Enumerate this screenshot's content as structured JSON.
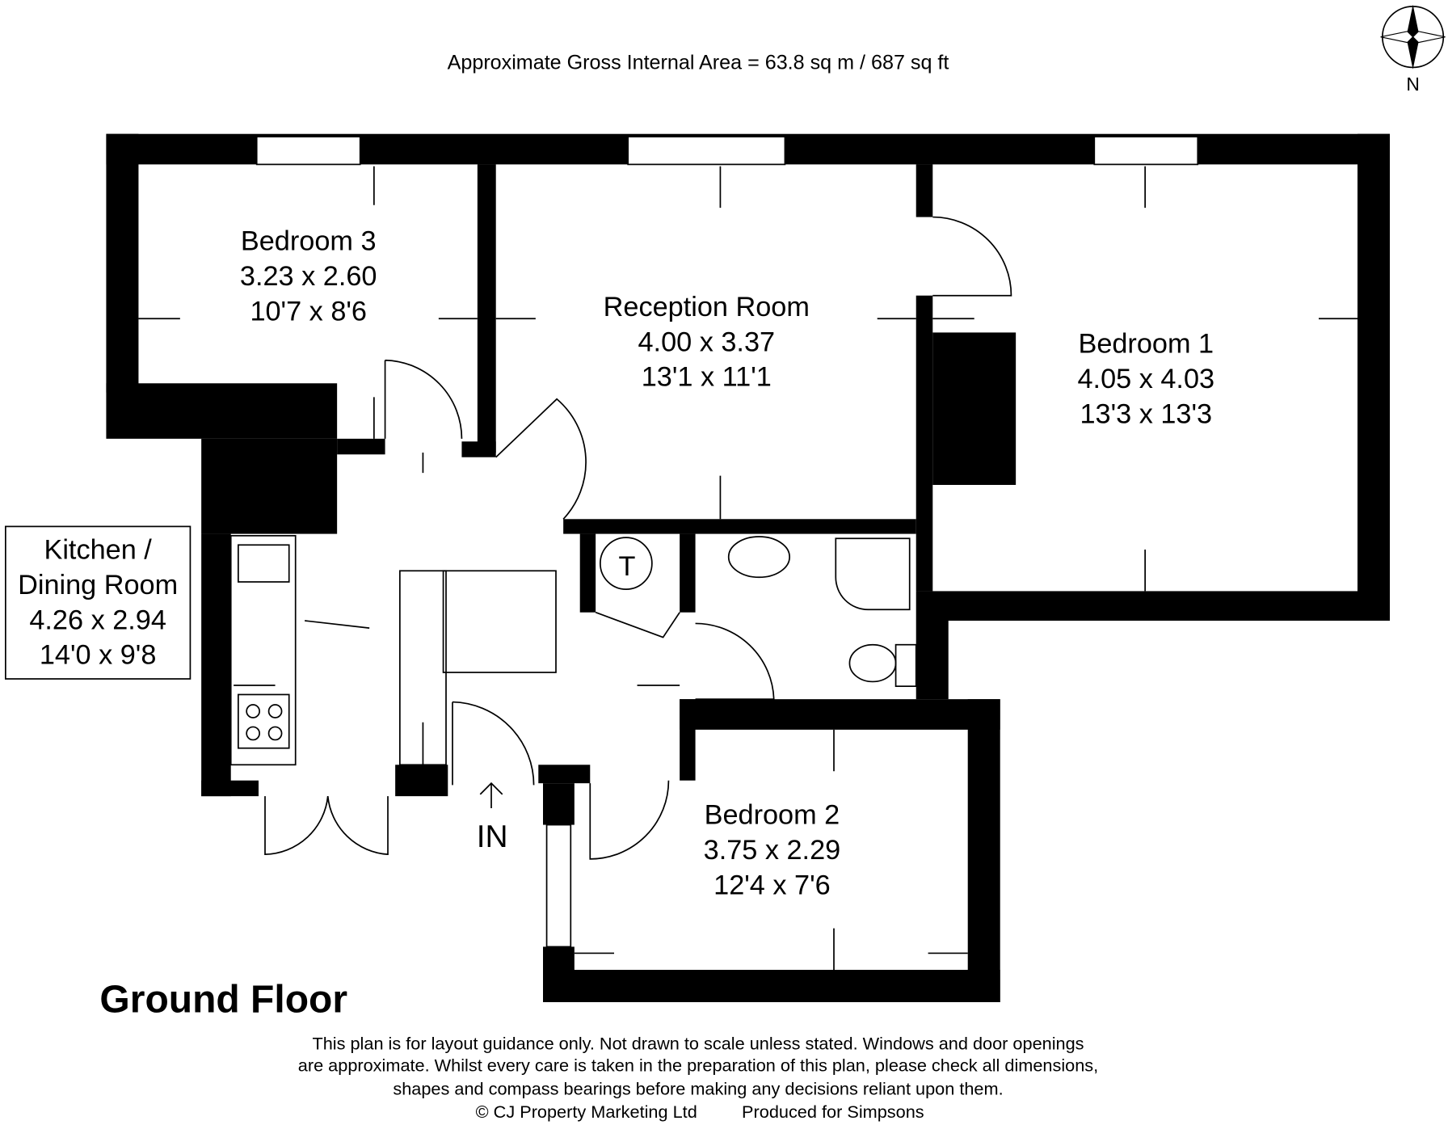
{
  "header": {
    "area": "Approximate Gross Internal Area = 63.8 sq m / 687 sq ft",
    "compass": "N"
  },
  "rooms": [
    {
      "name": "Bedroom 3",
      "metric": "3.23 x 2.60",
      "imperial": "10'7 x 8'6"
    },
    {
      "name": "Reception Room",
      "metric": "4.00 x 3.37",
      "imperial": "13'1 x 11'1"
    },
    {
      "name": "Bedroom 1",
      "metric": "4.05 x 4.03",
      "imperial": "13'3 x 13'3"
    },
    {
      "name_line1": "Kitchen /",
      "name_line2": "Dining Room",
      "metric": "4.26 x 2.94",
      "imperial": "14'0 x 9'8"
    },
    {
      "name": "Bedroom 2",
      "metric": "3.75 x 2.29",
      "imperial": "12'4 x 7'6"
    }
  ],
  "cupboard_label": "T",
  "entrance_label": "IN",
  "floor_title": "Ground Floor",
  "disclaimer": [
    "This plan is for layout guidance only. Not drawn to scale unless stated. Windows and door openings",
    "are approximate. Whilst every care is taken in the preparation of this plan, please check all dimensions,",
    "shapes and compass bearings before making any decisions reliant upon them."
  ],
  "credits": {
    "copyright": "© CJ Property Marketing Ltd",
    "produced": "Produced for Simpsons"
  }
}
